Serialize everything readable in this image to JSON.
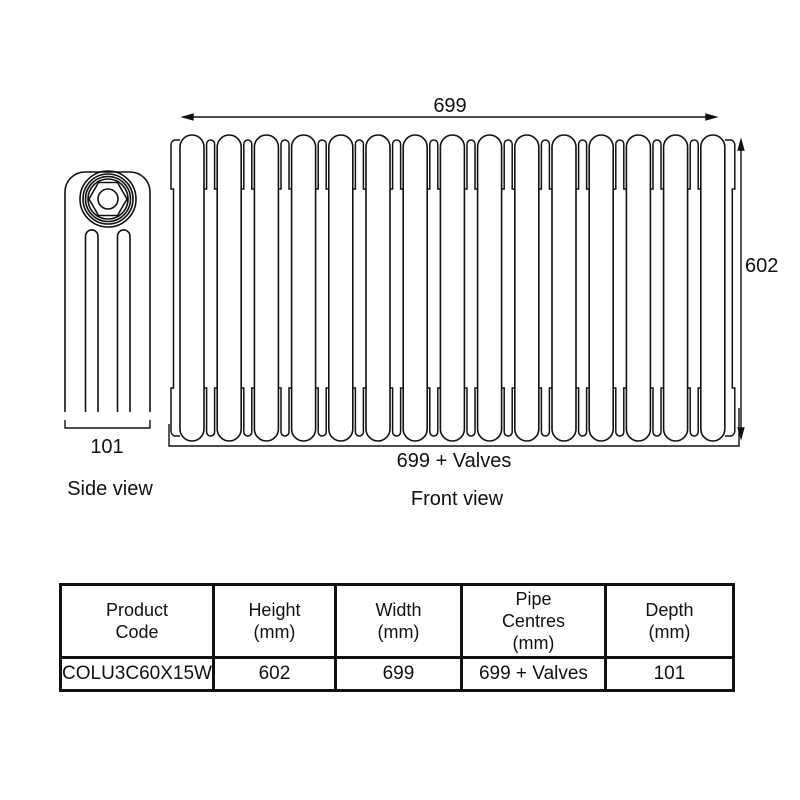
{
  "side_view": {
    "caption": "Side view",
    "depth_dim": "101"
  },
  "front_view": {
    "caption": "Front view",
    "width_dim": "699",
    "height_dim": "602",
    "pipe_centres_dim": "699 + Valves",
    "sections": 15
  },
  "table": {
    "headers": [
      "Product\nCode",
      "Height\n(mm)",
      "Width\n(mm)",
      "Pipe\nCentres\n(mm)",
      "Depth\n(mm)"
    ],
    "row": [
      "COLU3C60X15W",
      "602",
      "699",
      "699 + Valves",
      "101"
    ]
  },
  "colors": {
    "line": "#111111",
    "background": "#ffffff"
  }
}
